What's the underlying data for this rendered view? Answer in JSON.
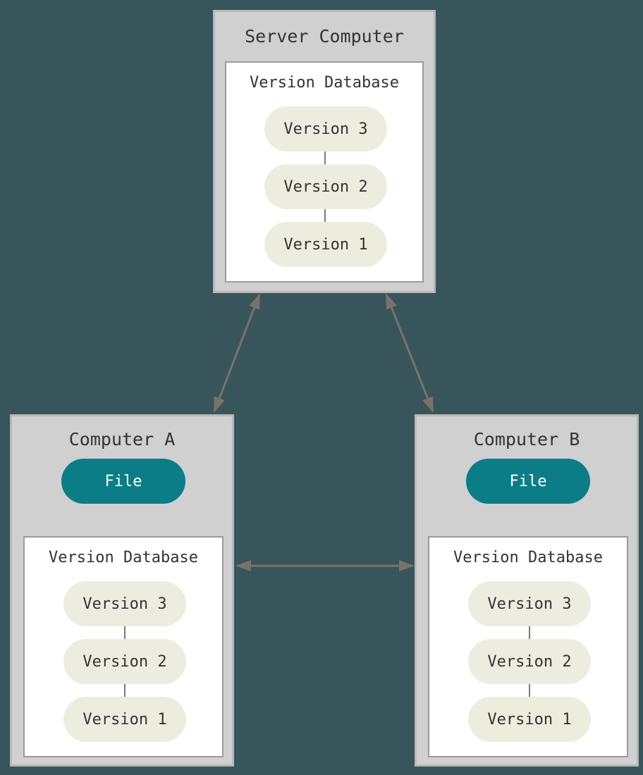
{
  "server": {
    "title": "Server Computer",
    "database": {
      "title": "Version Database",
      "versions": [
        "Version 3",
        "Version 2",
        "Version 1"
      ]
    }
  },
  "computer_a": {
    "title": "Computer A",
    "file_label": "File",
    "database": {
      "title": "Version Database",
      "versions": [
        "Version 3",
        "Version 2",
        "Version 1"
      ]
    }
  },
  "computer_b": {
    "title": "Computer B",
    "file_label": "File",
    "database": {
      "title": "Version Database",
      "versions": [
        "Version 3",
        "Version 2",
        "Version 1"
      ]
    }
  },
  "colors": {
    "background": "#37555a",
    "computer_box": "#d0d0d0",
    "version_pill": "#ededdf",
    "file_pill": "#0b7d86",
    "arrow": "#7a726a"
  }
}
